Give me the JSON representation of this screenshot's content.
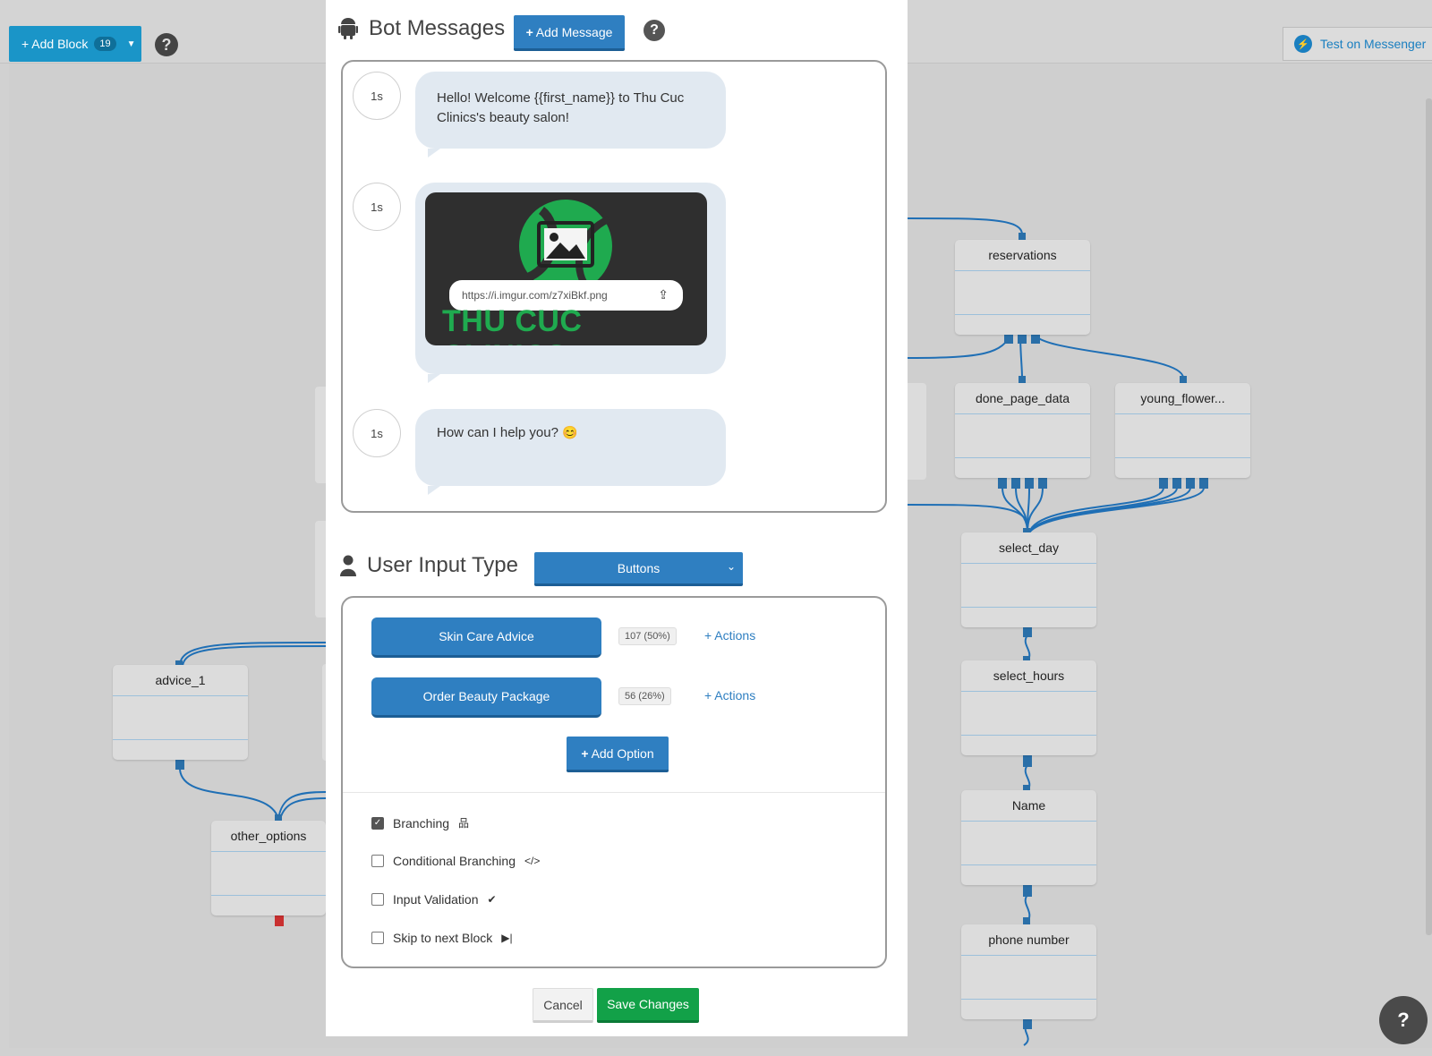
{
  "toolbar": {
    "add_block_label": "+ Add Block",
    "block_count": "19",
    "help": "?",
    "test_label": "Test on Messenger"
  },
  "canvas": {
    "nodes": {
      "reservations": "reservations",
      "done_page_data": "done_page_data",
      "young_flower": "young_flower...",
      "select_day": "select_day",
      "select_hours": "select_hours",
      "name": "Name",
      "phone_number": "phone number",
      "advice_1": "advice_1",
      "other_options": "other_options"
    },
    "help_float": "?"
  },
  "modal": {
    "bot_messages": {
      "title": "Bot Messages",
      "add_message_label": "Add Message",
      "help": "?",
      "messages": [
        {
          "delay": "1s",
          "text_line1": "Hello! Welcome {{first_name}} to Thu Cuc",
          "text_line2": "Clinics's beauty salon!"
        },
        {
          "delay": "1s",
          "image_url": "https://i.imgur.com/z7xiBkf.png",
          "brand_text": "THU CUC CLINICS"
        },
        {
          "delay": "1s",
          "text": "How can I help you?",
          "emoji": "😊"
        }
      ]
    },
    "user_input": {
      "title": "User Input Type",
      "type_value": "Buttons",
      "options": [
        {
          "label": "Skin Care Advice",
          "stat": "107 (50%)",
          "actions": "+ Actions"
        },
        {
          "label": "Order Beauty Package",
          "stat": "56 (26%)",
          "actions": "+ Actions"
        }
      ],
      "add_option_label": "Add Option",
      "settings": [
        {
          "label": "Branching",
          "checked": true
        },
        {
          "label": "Conditional Branching",
          "checked": false
        },
        {
          "label": "Input Validation",
          "checked": false
        },
        {
          "label": "Skip to next Block",
          "checked": false
        }
      ]
    },
    "footer": {
      "cancel_label": "Cancel",
      "save_label": "Save Changes"
    }
  },
  "colors": {
    "primary_blue": "#2f7fc1",
    "save_green": "#12a148",
    "brand_green": "#1faa4f",
    "link_line": "#1f6fb5"
  }
}
